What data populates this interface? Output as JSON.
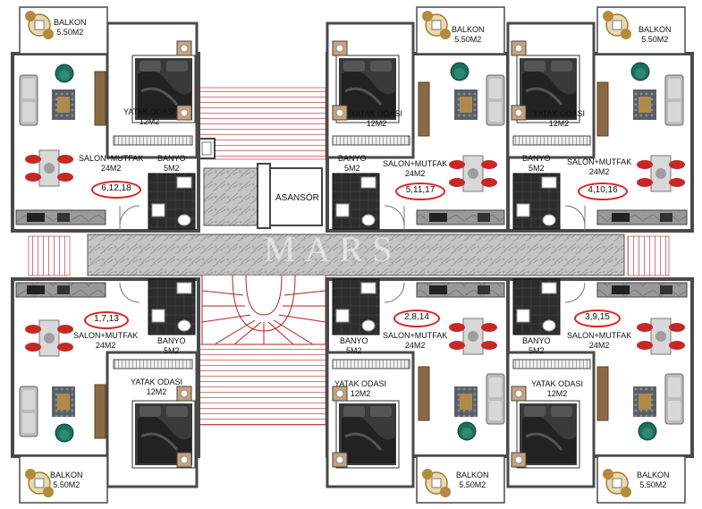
{
  "rooms": {
    "balkon": {
      "name": "BALKON",
      "area": "5.50M2"
    },
    "bedroom": {
      "name": "YATAK ODASI",
      "area": "12M2"
    },
    "living": {
      "name": "SALON+MUTFAK",
      "area": "24M2"
    },
    "bath": {
      "name": "BANYO",
      "area": "5M2"
    }
  },
  "elevator": "ASANSÖR",
  "watermark": "MARS",
  "apartments": {
    "top_left": "6,12,18",
    "top_mid": "5,11,17",
    "top_right": "4,10,16",
    "bottom_left": "1,7,13",
    "bottom_mid": "2,8,14",
    "bottom_right": "3,9,15"
  },
  "colors": {
    "wall": "#4a4a4a",
    "stairs": "#b22222",
    "marble": "#b8b8b8",
    "oval": "#d22222",
    "chair": "#c62828",
    "armchair": "#1e6e5a",
    "bathroom": "#2a2a2a"
  }
}
